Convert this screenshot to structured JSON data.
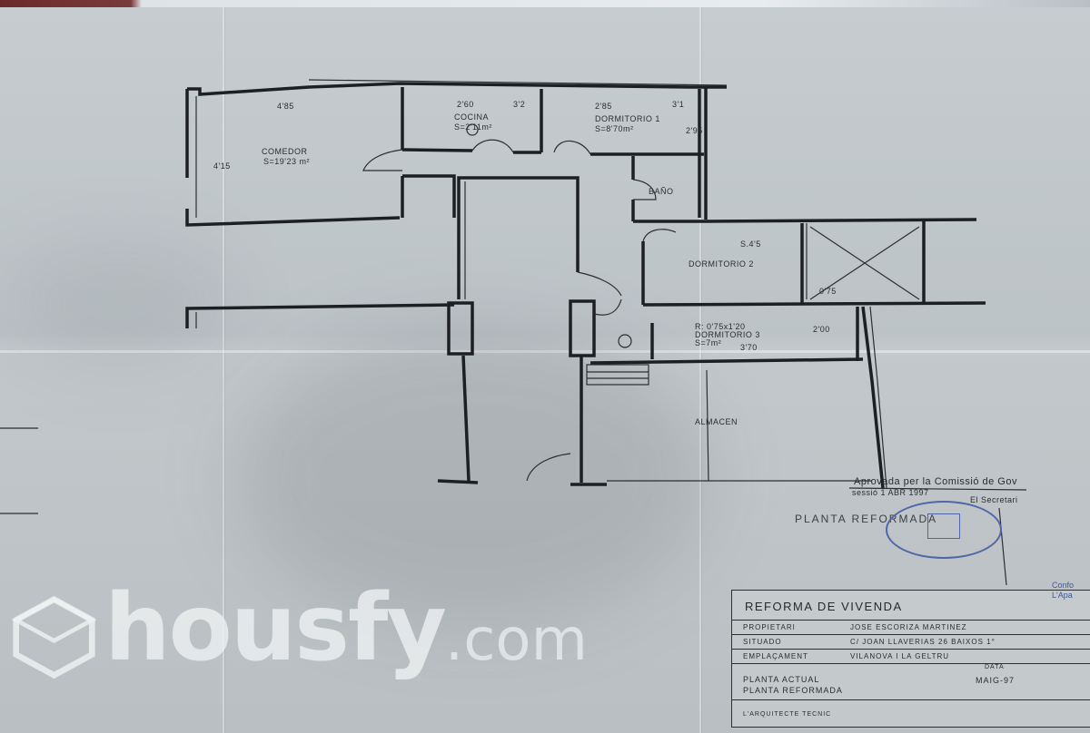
{
  "plan": {
    "rooms": {
      "comedor": {
        "name": "COMEDOR",
        "area": "S=19'23 m²",
        "width": "4'85",
        "height": "4'15"
      },
      "cocina": {
        "name": "COCINA",
        "area": "S=2'11m²",
        "width": "2'60",
        "extra": "3'2"
      },
      "dormitorio1": {
        "name": "DORMITORIO 1",
        "area": "S=8'70m²",
        "width": "2'85",
        "extra": "3'1",
        "height": "2'95"
      },
      "bano": {
        "name": "BAÑO"
      },
      "dormitorio2": {
        "name": "DORMITORIO 2",
        "area": "S.4'5"
      },
      "dormitorio3": {
        "name": "DORMITORIO 3",
        "note": "R: 0'75x1'20",
        "area": "S=7m²",
        "height": "2'00",
        "width": "3'70"
      },
      "almacen": {
        "name": "ALMACEN"
      },
      "balcony_dim": "0'75"
    },
    "caption": "PLANTA REFORMADA",
    "approval": {
      "line1": "Aprovada per la Comissió de Gov",
      "line2": "sessió                1 ABR 1997",
      "line3": "El Secretari"
    }
  },
  "title_block": {
    "title": "REFORMA DE VIVENDA",
    "rows": [
      {
        "key": "PROPIETARI",
        "value": "JOSE ESCORIZA MARTINEZ"
      },
      {
        "key": "SITUADO",
        "value": "C/ JOAN LLAVERIAS 26 BAIXOS 1°"
      },
      {
        "key": "EMPLAÇAMENT",
        "value": "VILANOVA I LA GELTRU"
      }
    ],
    "plan_actual": "PLANTA ACTUAL",
    "plan_reformada": "PLANTA REFORMADA",
    "data_label": "DATA",
    "data_value": "MAIG-97",
    "architect": "L'ARQUITECTE TECNIC"
  },
  "side_note": "Confo\nL'Apa",
  "watermark": {
    "brand": "housfy",
    "suffix": ".com"
  },
  "colors": {
    "paper": "#c2c8cb",
    "ink": "#1d2022",
    "seal": "#4f66a8",
    "watermark": "#f0f2f3"
  }
}
